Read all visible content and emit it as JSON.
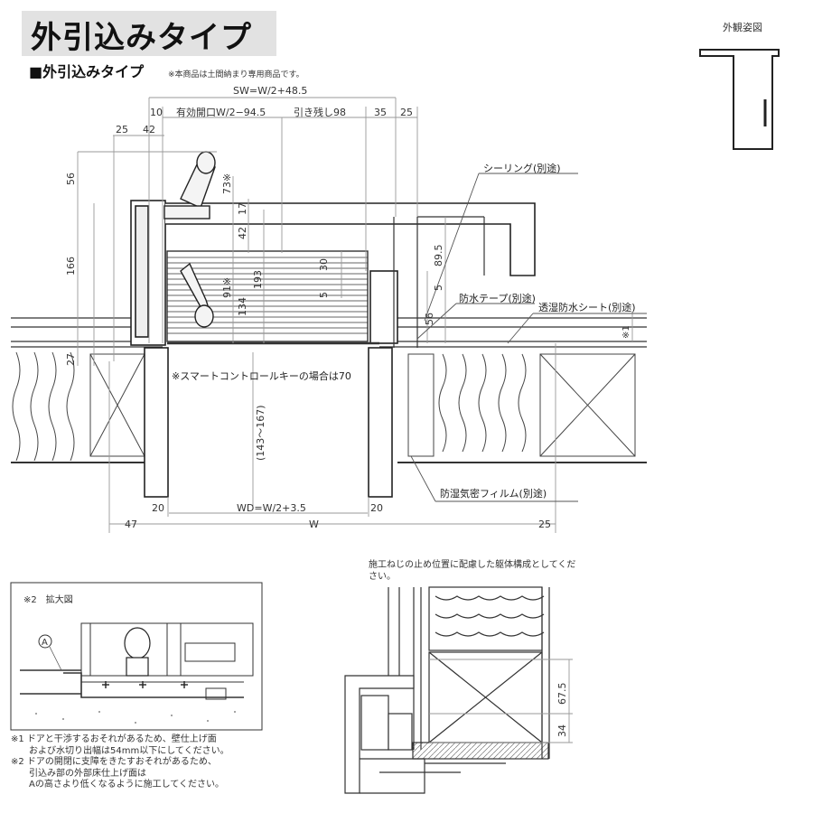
{
  "header": {
    "title": "外引込みタイプ",
    "subtitle": "■外引込みタイプ",
    "subnote": "※本商品は土間納まり専用商品です。",
    "exterior_view_label": "外観姿図"
  },
  "dimensions": {
    "sw": "SW=W/2+48.5",
    "d10": "10",
    "effective_opening": "有効開口W/2−94.5",
    "remaining": "引き残し98",
    "d35": "35",
    "d25_top": "25",
    "d25_left": "25",
    "d42_left": "42",
    "d56": "56",
    "d73": "73※",
    "d17": "17",
    "d42_v": "42",
    "d166": "166",
    "d30": "30",
    "d5_a": "5",
    "d89_5": "89.5",
    "d5_b": "5",
    "d91": "91※",
    "d134": "134",
    "d193": "193",
    "d56_right": "56",
    "d27": "27",
    "d143_167": "(143〜167)",
    "d20_left": "20",
    "wd": "WD=W/2+3.5",
    "d20_right": "20",
    "d47": "47",
    "w": "W",
    "d25_bottom": "25",
    "d67_5": "67.5",
    "d34": "34"
  },
  "callouts": {
    "sealing": "シーリング(別途)",
    "waterproof_tape": "防水テープ(別途)",
    "breathable_sheet": "透湿防水シート(別途)",
    "asterisk1": "※1",
    "smart_key_note": "※スマートコントロールキーの場合は70",
    "vapor_film": "防湿気密フィルム(別途)"
  },
  "detail": {
    "enlarged_label": "※2　拡大図",
    "marker_a": "A"
  },
  "screw_note": "施工ねじの止め位置に配慮した躯体構成としてください。",
  "notes": [
    "※1 ドアと干渉するおそれがあるため、壁仕上げ面",
    "　　および水切り出幅は54mm以下にしてください。",
    "※2 ドアの開閉に支障をきたすおそれがあるため、",
    "　　引込み部の外部床仕上げ面は",
    "　　Aの高さより低くなるように施工してください。"
  ]
}
